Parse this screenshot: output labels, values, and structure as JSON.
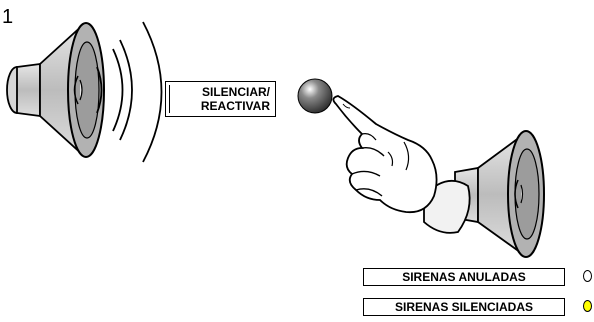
{
  "step_number": "1",
  "key_label": {
    "line1": "SILENCIAR/",
    "line2": "REACTIVAR"
  },
  "status": [
    {
      "label": "SIRENAS ANULADAS",
      "led": "off",
      "led_color": "#ffffff"
    },
    {
      "label": "SIRENAS SILENCIADAS",
      "led": "on",
      "led_color": "#ffff00"
    }
  ],
  "icons": [
    "siren-sounding-icon",
    "push-button-icon",
    "pointing-hand-icon",
    "siren-silenced-icon"
  ]
}
